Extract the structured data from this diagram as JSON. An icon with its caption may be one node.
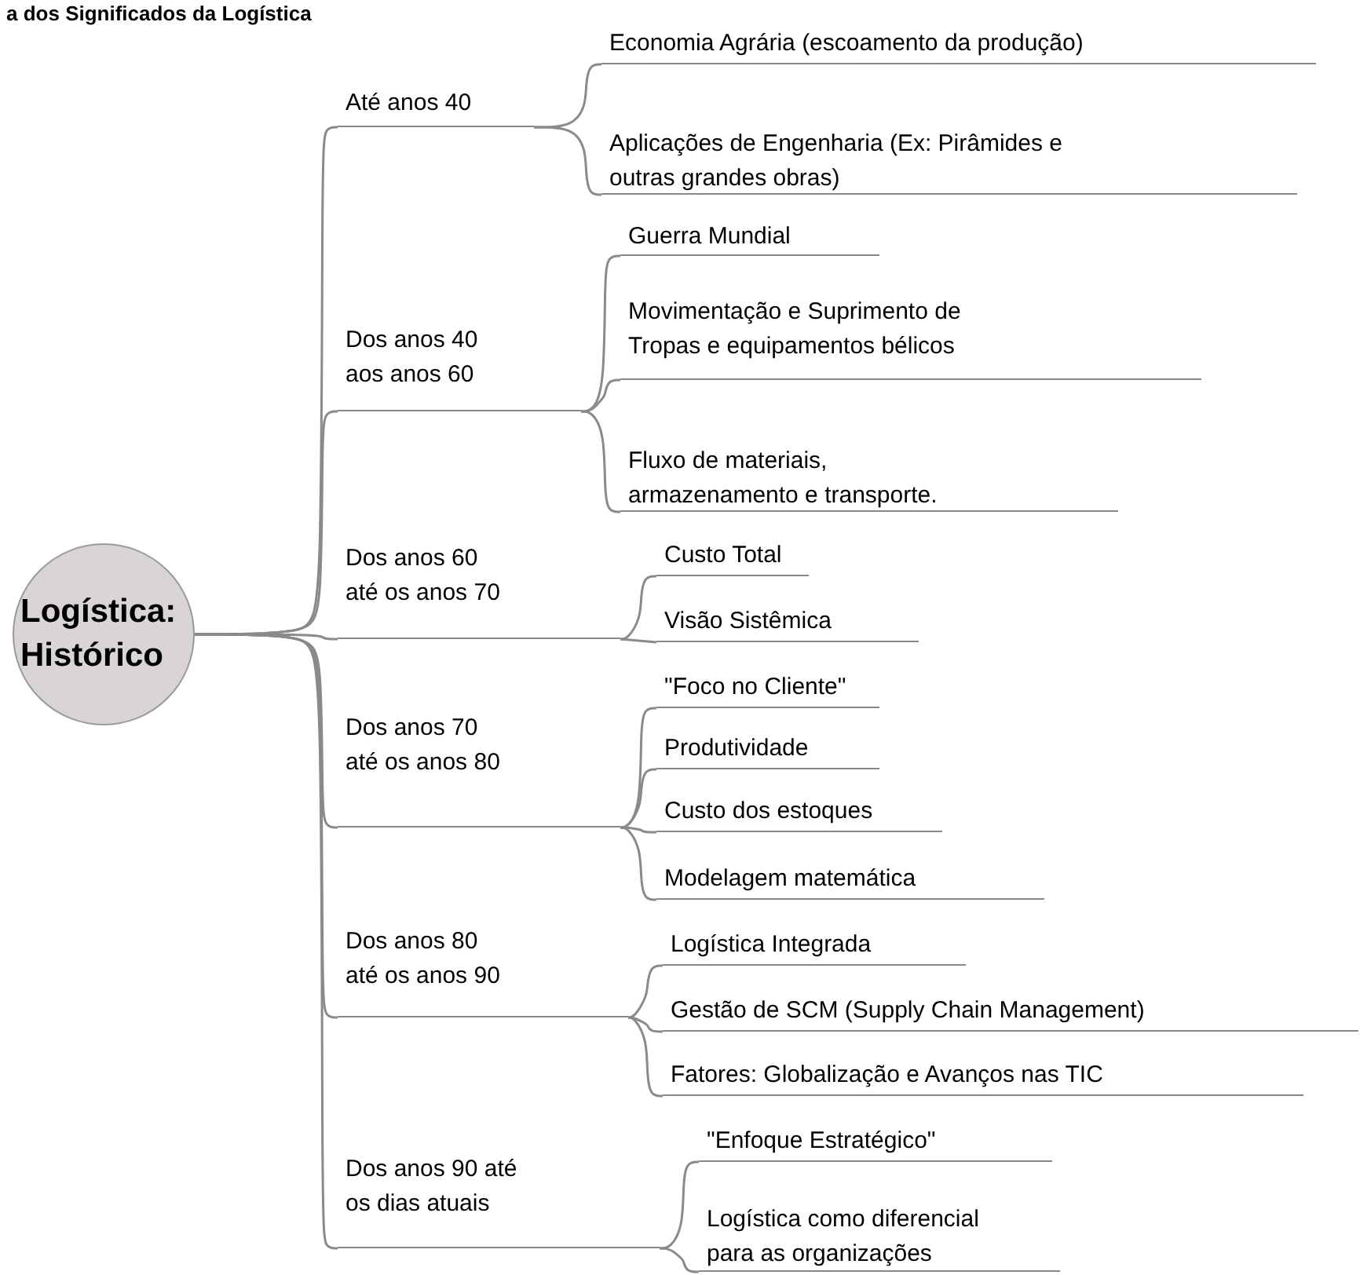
{
  "diagram": {
    "title": "a dos Significados da Logística",
    "nodes": [
      {
        "text": [
          "Logística: Histórico"
        ]
      },
      {
        "text": [
          "Até anos 40"
        ]
      },
      {
        "text": [
          "Economia Agrária (escoamento da produção)"
        ]
      },
      {
        "text": [
          "Aplicações de Engenharia (Ex: Pirâmides e outras grandes obras)"
        ]
      },
      {
        "text": [
          "Dos anos 40 aos anos 60"
        ]
      },
      {
        "text": [
          "Guerra Mundial"
        ]
      },
      {
        "text": [
          "Movimentação e Suprimento de Tropas e equipamentos bélicos"
        ]
      },
      {
        "text": [
          "Fluxo de materiais, armazenamento e transporte."
        ]
      },
      {
        "text": [
          "Dos anos 60 até os anos 70"
        ]
      },
      {
        "text": [
          "Custo Total"
        ]
      },
      {
        "text": [
          "Visão Sistêmica"
        ]
      },
      {
        "text": [
          "Dos anos 70 até os anos 80"
        ]
      },
      {
        "text": [
          "\"Foco no Cliente\""
        ]
      },
      {
        "text": [
          "Produtividade"
        ]
      },
      {
        "text": [
          "Custo dos estoques"
        ]
      },
      {
        "text": [
          "Modelagem matemática"
        ]
      },
      {
        "text": [
          "Dos anos 80 até os anos 90"
        ]
      },
      {
        "text": [
          "Logística Integrada"
        ]
      },
      {
        "text": [
          "Gestão de SCM (Supply Chain Management)"
        ]
      },
      {
        "text": [
          "Fatores: Globalização e Avanços nas TIC"
        ]
      },
      {
        "text": [
          "Dos anos 90 até os dias atuais"
        ]
      },
      {
        "text": [
          "\"Enfoque Estratégico\""
        ]
      },
      {
        "text": [
          "Logística como diferencial para as organizações"
        ]
      }
    ],
    "edges": [
      {
        "from": 0,
        "to": 1,
        "arrow": "none"
      },
      {
        "from": 1,
        "to": 2,
        "arrow": "none"
      },
      {
        "from": 1,
        "to": 3,
        "arrow": "none"
      },
      {
        "from": 0,
        "to": 4,
        "arrow": "none"
      },
      {
        "from": 4,
        "to": 5,
        "arrow": "none"
      },
      {
        "from": 4,
        "to": 6,
        "arrow": "none"
      },
      {
        "from": 4,
        "to": 7,
        "arrow": "none"
      },
      {
        "from": 0,
        "to": 8,
        "arrow": "none"
      },
      {
        "from": 8,
        "to": 9,
        "arrow": "none"
      },
      {
        "from": 8,
        "to": 10,
        "arrow": "none"
      },
      {
        "from": 0,
        "to": 11,
        "arrow": "none"
      },
      {
        "from": 11,
        "to": 12,
        "arrow": "none"
      },
      {
        "from": 11,
        "to": 13,
        "arrow": "none"
      },
      {
        "from": 11,
        "to": 14,
        "arrow": "none"
      },
      {
        "from": 11,
        "to": 15,
        "arrow": "none"
      },
      {
        "from": 0,
        "to": 16,
        "arrow": "none"
      },
      {
        "from": 16,
        "to": 17,
        "arrow": "none"
      },
      {
        "from": 16,
        "to": 18,
        "arrow": "none"
      },
      {
        "from": 16,
        "to": 19,
        "arrow": "none"
      },
      {
        "from": 0,
        "to": 20,
        "arrow": "none"
      },
      {
        "from": 20,
        "to": 21,
        "arrow": "none"
      },
      {
        "from": 20,
        "to": 22,
        "arrow": "none"
      }
    ]
  }
}
